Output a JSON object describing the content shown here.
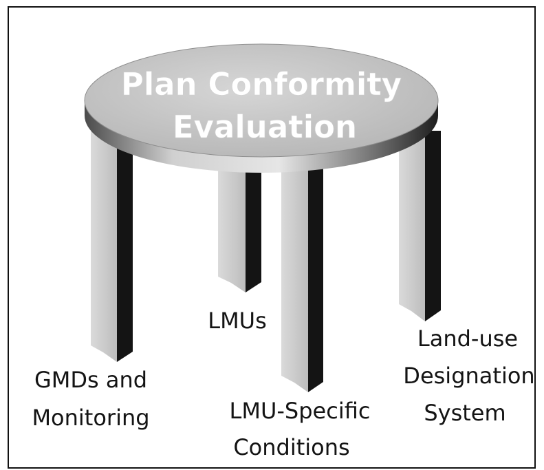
{
  "title": {
    "line1": "Plan Conformity",
    "line2": "Evaluation"
  },
  "legs": {
    "gmds": {
      "line1": "GMDs and",
      "line2": "Monitoring"
    },
    "lmus": {
      "line1": "LMUs"
    },
    "lmu_specific": {
      "line1": "LMU-Specific",
      "line2": "Conditions"
    },
    "land_use": {
      "line1": "Land-use",
      "line2": "Designation",
      "line3": "System"
    }
  },
  "colors": {
    "tabletop": "#c4c4c4",
    "leg_face": "#c8c8c8",
    "leg_shadow": "#141414",
    "border": "#111111",
    "label": "#141414"
  }
}
